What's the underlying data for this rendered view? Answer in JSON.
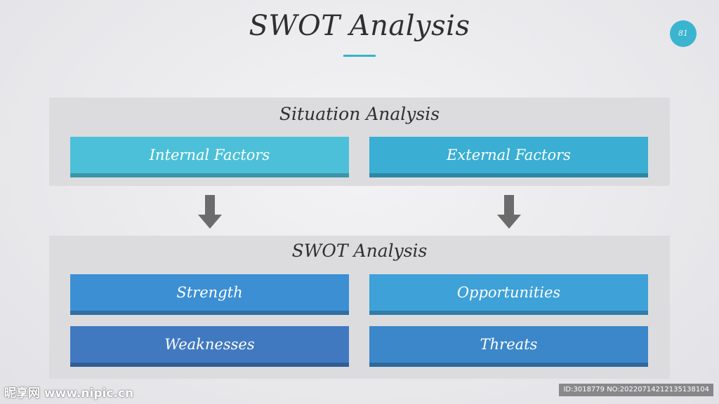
{
  "title": "SWOT Analysis",
  "page_number": "81",
  "situation": {
    "heading": "Situation Analysis",
    "internal": "Internal Factors",
    "external": "External Factors"
  },
  "swot": {
    "heading": "SWOT Analysis",
    "strength": "Strength",
    "opportunities": "Opportunities",
    "weaknesses": "Weaknesses",
    "threats": "Threats"
  },
  "colors": {
    "accent": "#34b3cf",
    "internal": "#4cc0d8",
    "external": "#3aaed3",
    "strength": "#3c8fd3",
    "opportunities": "#3ea1d8",
    "weaknesses": "#4079c0",
    "threats": "#3b87c9",
    "arrow": "#6b6b6b"
  },
  "watermark": {
    "logo": "昵享网 www.nipic.cn",
    "id": "ID:3018779 NO:20220714212135138104"
  }
}
